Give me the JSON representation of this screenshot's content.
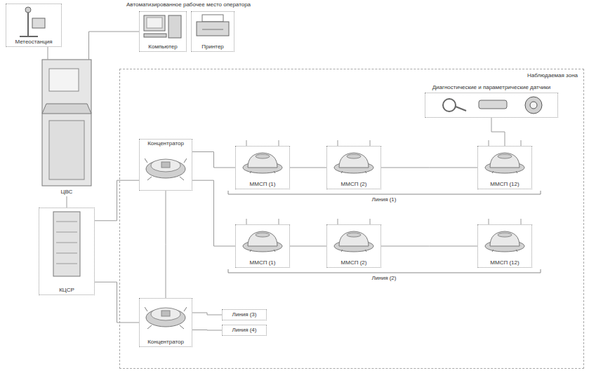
{
  "diagram": {
    "nodes": [
      {
        "text": [
          "Метеостанция"
        ]
      },
      {
        "text": [
          "Компьютер"
        ]
      },
      {
        "text": [
          "Принтер"
        ]
      },
      {
        "text": [
          "ЦВС"
        ]
      },
      {
        "text": [
          "Наблюдаемая зона"
        ]
      },
      {
        "text": [
          "Диагностические и параметрические датчики"
        ],
        "in": 4
      },
      {
        "text": [
          "Концентратор"
        ],
        "in": 4
      },
      {
        "text": [
          "ММСП (1)"
        ],
        "in": 4
      },
      {
        "text": [
          "ММСП (2)"
        ],
        "in": 4
      },
      {
        "text": [
          "ММСП (12)"
        ],
        "in": 4
      },
      {
        "text": [
          "ММСП (1)"
        ],
        "in": 4
      },
      {
        "text": [
          "ММСП (2)"
        ],
        "in": 4
      },
      {
        "text": [
          "ММСП (12)"
        ],
        "in": 4
      },
      {
        "text": [
          "КЦСР"
        ]
      },
      {
        "text": [
          "Концентратор"
        ],
        "in": 4
      },
      {
        "text": [
          "Линия (3)"
        ],
        "in": 4
      },
      {
        "text": [
          "Линия (4)"
        ],
        "in": 4
      }
    ],
    "edges": [
      {
        "from": 0,
        "to": 3,
        "arrow": "none"
      },
      {
        "from": 3,
        "to": 1,
        "arrow": "none"
      },
      {
        "from": 3,
        "to": 13,
        "arrow": "none"
      },
      {
        "from": 13,
        "to": 6,
        "arrow": "none"
      },
      {
        "from": 13,
        "to": 14,
        "arrow": "none"
      },
      {
        "from": 6,
        "to": 14,
        "arrow": "none"
      },
      {
        "from": 6,
        "to": 7,
        "arrow": "none"
      },
      {
        "from": 7,
        "to": 8,
        "arrow": "none"
      },
      {
        "from": 8,
        "to": 9,
        "arrow": "none"
      },
      {
        "from": 6,
        "to": 10,
        "arrow": "none"
      },
      {
        "from": 10,
        "to": 11,
        "arrow": "none"
      },
      {
        "from": 11,
        "to": 12,
        "arrow": "none"
      },
      {
        "from": 14,
        "to": 15,
        "arrow": "none"
      },
      {
        "from": 14,
        "to": 16,
        "arrow": "none"
      },
      {
        "from": 5,
        "to": 9,
        "arrow": "none"
      }
    ],
    "labels": [
      "Автоматизированное рабочее место оператора",
      "Линия (1)",
      "Линия (2)"
    ]
  }
}
